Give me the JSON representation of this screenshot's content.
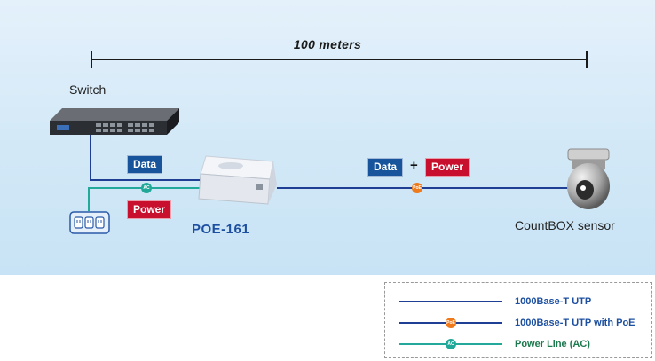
{
  "distance": {
    "label": "100 meters"
  },
  "devices": {
    "switch": "Switch",
    "injector": "POE-161",
    "sensor": "CountBOX sensor"
  },
  "tags": {
    "data_left": "Data",
    "power_left": "Power",
    "data_right": "Data",
    "plus": "+",
    "power_right": "Power"
  },
  "badges": {
    "ac": "AC",
    "poe": "PoE"
  },
  "legend": {
    "items": [
      {
        "label": "1000Base-T UTP",
        "color": "#1f3f94",
        "text_color": "#1c4fa0",
        "badge": ""
      },
      {
        "label": "1000Base-T UTP with PoE",
        "color": "#1f3f94",
        "text_color": "#1c4fa0",
        "badge": "PoE"
      },
      {
        "label": "Power Line (AC)",
        "color": "#23a99a",
        "text_color": "#1c7a4e",
        "badge": "AC"
      }
    ]
  },
  "colors": {
    "utp": "#1f3f94",
    "power_line": "#23a99a",
    "data_tag": "#17549b",
    "power_tag": "#c8102e",
    "poe_badge": "#ee7a1b",
    "ac_badge": "#21a898"
  }
}
